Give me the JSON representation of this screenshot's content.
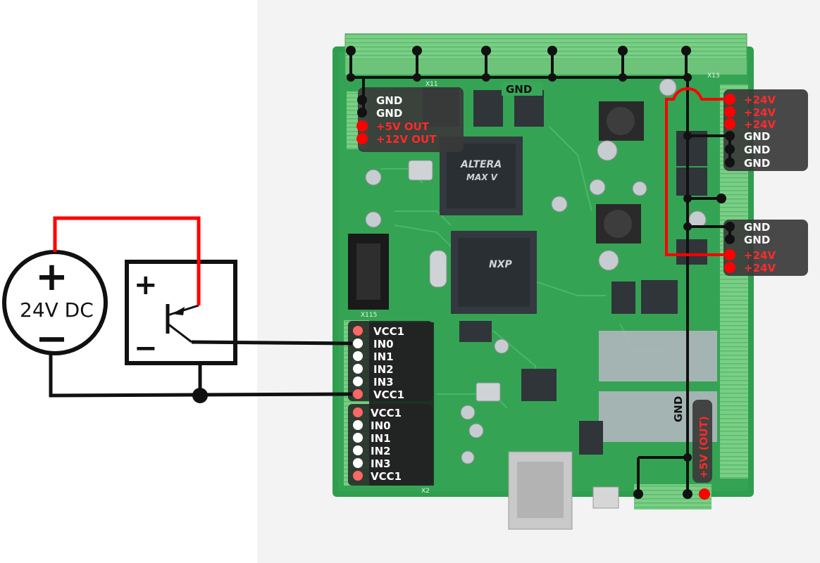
{
  "power_supply": {
    "label": "24V DC",
    "plus": "+",
    "minus": "−"
  },
  "sensor": {
    "plus": "+",
    "minus": "−"
  },
  "top_rail": {
    "label": "GND"
  },
  "left_top_block": {
    "labels": [
      "GND",
      "GND",
      "+5V OUT",
      "+12V OUT"
    ]
  },
  "right_top_block": {
    "labels": [
      "+24V",
      "+24V",
      "+24V",
      "GND",
      "GND",
      "GND"
    ]
  },
  "right_mid_block": {
    "labels": [
      "GND",
      "GND",
      "+24V",
      "+24V"
    ]
  },
  "input_block_1": {
    "labels": [
      "VCC1",
      "IN0",
      "IN1",
      "IN2",
      "IN3",
      "VCC1"
    ]
  },
  "input_block_2": {
    "labels": [
      "VCC1",
      "IN0",
      "IN1",
      "IN2",
      "IN3",
      "VCC1"
    ]
  },
  "vertical_labels": {
    "gnd": "GND",
    "out5v": "+5V (OUT)"
  },
  "chips": {
    "fpga_brand": "ALTERA",
    "fpga_family": "MAX V",
    "mcu_brand": "NXP"
  },
  "silkscreen": {
    "x115": "X115",
    "x11": "X11",
    "x13": "X13",
    "x2": "X2"
  },
  "colors": {
    "wire_red": "#ff0000",
    "wire_black": "#111111",
    "pcb": "#34a354",
    "label_bg": "#3a3a3a",
    "terminal": "#7fd38a"
  }
}
